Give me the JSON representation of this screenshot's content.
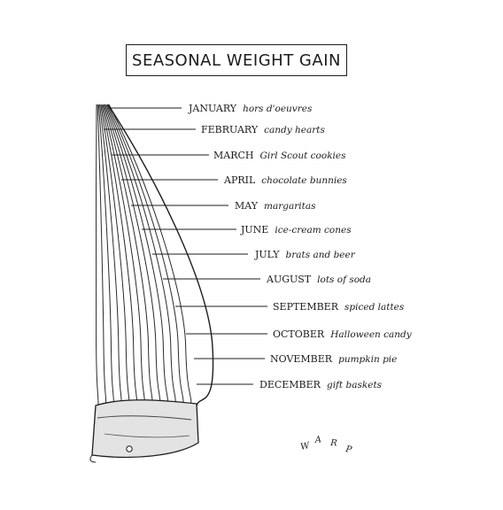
{
  "title": "SEASONAL WEIGHT GAIN",
  "months": [
    {
      "month": "JANUARY",
      "item": "hors d'oeuvres"
    },
    {
      "month": "FEBRUARY",
      "item": "candy hearts"
    },
    {
      "month": "MARCH",
      "item": "Girl Scout cookies"
    },
    {
      "month": "APRIL",
      "item": "chocolate bunnies"
    },
    {
      "month": "MAY",
      "item": "margaritas"
    },
    {
      "month": "JUNE",
      "item": "ice-cream cones"
    },
    {
      "month": "JULY",
      "item": "brats and beer"
    },
    {
      "month": "AUGUST",
      "item": "lots of soda"
    },
    {
      "month": "SEPTEMBER",
      "item": "spiced lattes"
    },
    {
      "month": "OCTOBER",
      "item": "Halloween candy"
    },
    {
      "month": "NOVEMBER",
      "item": "pumpkin pie"
    },
    {
      "month": "DECEMBER",
      "item": "gift baskets"
    }
  ],
  "signature": "WARP"
}
